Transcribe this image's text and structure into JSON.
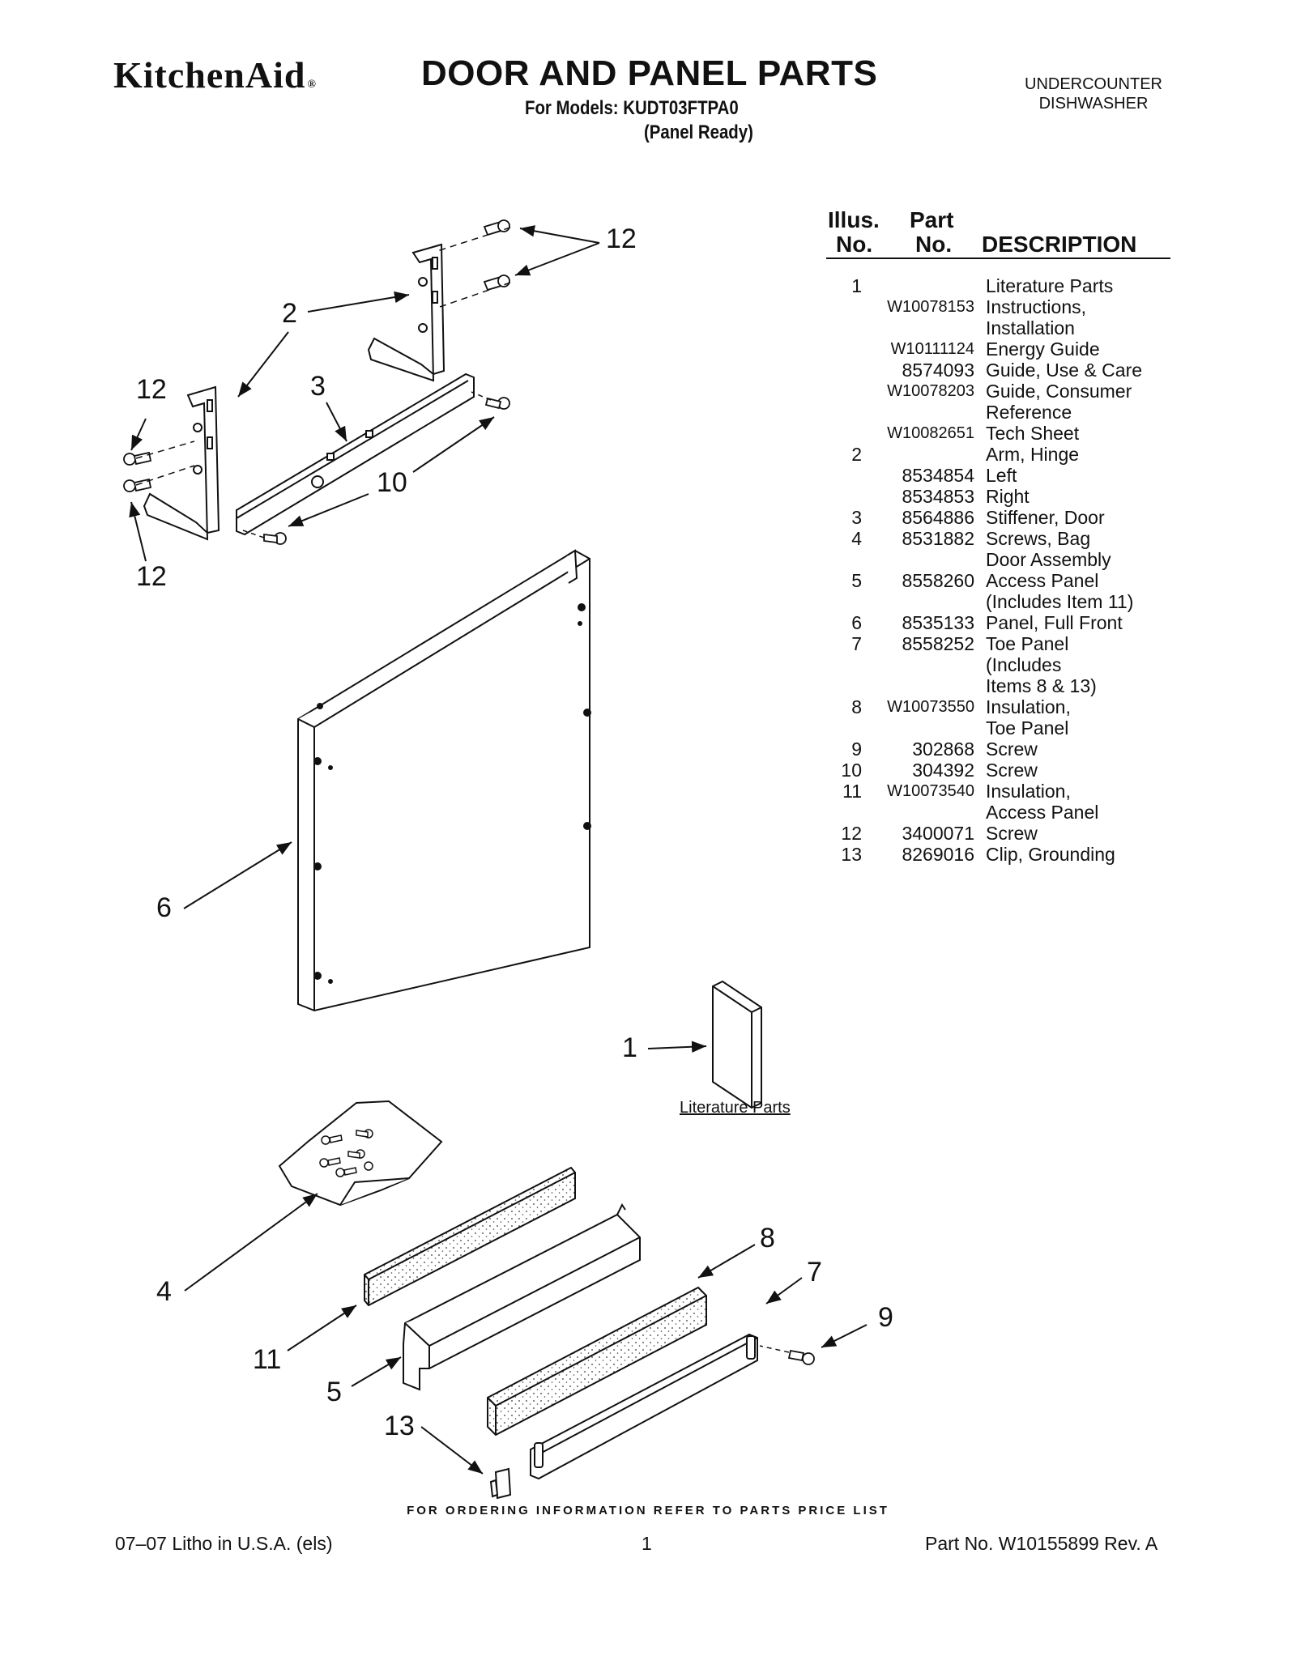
{
  "header": {
    "brand": "KitchenAid",
    "brand_mark": "®",
    "title": "DOOR AND PANEL PARTS",
    "models": "For Models: KUDT03FTPA0",
    "variant": "(Panel Ready)",
    "product_line1": "UNDERCOUNTER",
    "product_line2": "DISHWASHER"
  },
  "table": {
    "headers": {
      "illus_line1": "Illus.",
      "illus_line2": "No.",
      "part_line1": "Part",
      "part_line2": "No.",
      "description": "DESCRIPTION"
    },
    "rows": [
      {
        "illus": "1",
        "part": "",
        "desc": "Literature Parts"
      },
      {
        "illus": "",
        "part": "W10078153",
        "desc": "Instructions,"
      },
      {
        "illus": "",
        "part": "",
        "desc": "Installation"
      },
      {
        "illus": "",
        "part": "W10111124",
        "desc": "Energy Guide"
      },
      {
        "illus": "",
        "part": "8574093",
        "desc": "Guide, Use & Care"
      },
      {
        "illus": "",
        "part": "W10078203",
        "desc": "Guide, Consumer"
      },
      {
        "illus": "",
        "part": "",
        "desc": "Reference"
      },
      {
        "illus": "",
        "part": "W10082651",
        "desc": "Tech Sheet"
      },
      {
        "illus": "2",
        "part": "",
        "desc": "Arm, Hinge"
      },
      {
        "illus": "",
        "part": "8534854",
        "desc": "Left"
      },
      {
        "illus": "",
        "part": "8534853",
        "desc": "Right"
      },
      {
        "illus": "3",
        "part": "8564886",
        "desc": "Stiffener, Door"
      },
      {
        "illus": "4",
        "part": "8531882",
        "desc": "Screws, Bag"
      },
      {
        "illus": "",
        "part": "",
        "desc": "Door Assembly"
      },
      {
        "illus": "5",
        "part": "8558260",
        "desc": "Access Panel"
      },
      {
        "illus": "",
        "part": "",
        "desc": "(Includes Item 11)"
      },
      {
        "illus": "6",
        "part": "8535133",
        "desc": "Panel, Full Front"
      },
      {
        "illus": "7",
        "part": "8558252",
        "desc": "Toe Panel"
      },
      {
        "illus": "",
        "part": "",
        "desc": "(Includes"
      },
      {
        "illus": "",
        "part": "",
        "desc": "Items 8 & 13)"
      },
      {
        "illus": "8",
        "part": "W10073550",
        "desc": "Insulation,"
      },
      {
        "illus": "",
        "part": "",
        "desc": "Toe Panel"
      },
      {
        "illus": "9",
        "part": "302868",
        "desc": "Screw"
      },
      {
        "illus": "10",
        "part": "304392",
        "desc": "Screw"
      },
      {
        "illus": "11",
        "part": "W10073540",
        "desc": "Insulation,"
      },
      {
        "illus": "",
        "part": "",
        "desc": "Access Panel"
      },
      {
        "illus": "12",
        "part": "3400071",
        "desc": "Screw"
      },
      {
        "illus": "13",
        "part": "8269016",
        "desc": "Clip, Grounding"
      }
    ]
  },
  "callouts": {
    "c12a": "12",
    "c2": "2",
    "c12b": "12",
    "c3": "3",
    "c10": "10",
    "c12c": "12",
    "c6": "6",
    "c1": "1",
    "c8": "8",
    "c7": "7",
    "c4": "4",
    "c9": "9",
    "c11": "11",
    "c5": "5",
    "c13": "13"
  },
  "literature_label": "Literature Parts",
  "footer": {
    "ordering": "FOR ORDERING INFORMATION REFER TO PARTS PRICE LIST",
    "left": "07–07 Litho in U.S.A. (els)",
    "center": "1",
    "right": "Part No. W10155899 Rev. A"
  }
}
